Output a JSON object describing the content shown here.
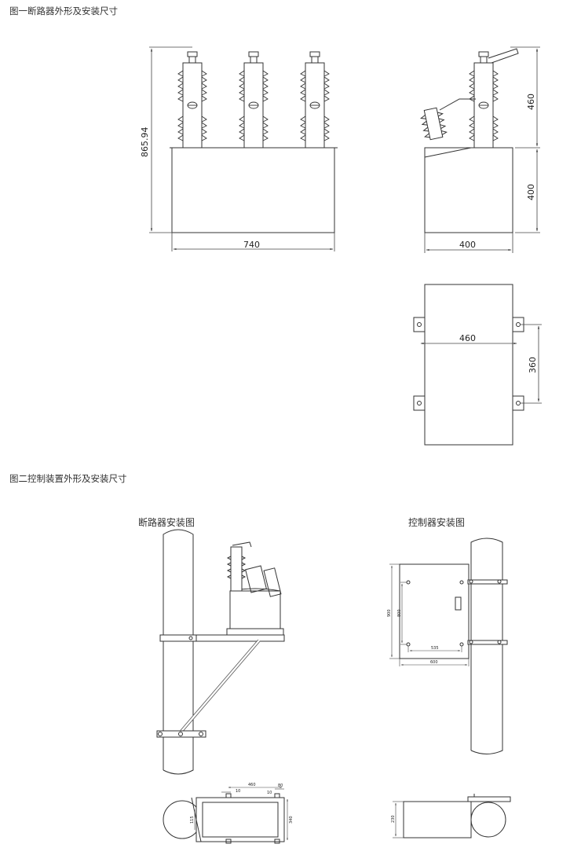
{
  "figure1": {
    "caption": "图一断路器外形及安装尺寸",
    "dims": {
      "height": "865.94",
      "front_width": "740",
      "side_width": "400",
      "upper_h": "460",
      "lower_h": "400",
      "mount_w": "460",
      "mount_h": "360"
    }
  },
  "figure2": {
    "caption": "图二控制装置外形及安装尺寸",
    "breaker_title": "断路器安装图",
    "controller_title": "控制器安装图",
    "controller_dims": {
      "box_h": "900",
      "hole_h": "800",
      "hole_w": "535",
      "box_w": "600"
    },
    "plan_dims": {
      "d460": "460",
      "d80": "80",
      "d10a": "10",
      "d10b": "10",
      "d340": "340",
      "d115": "115"
    },
    "side_dim": "230"
  }
}
